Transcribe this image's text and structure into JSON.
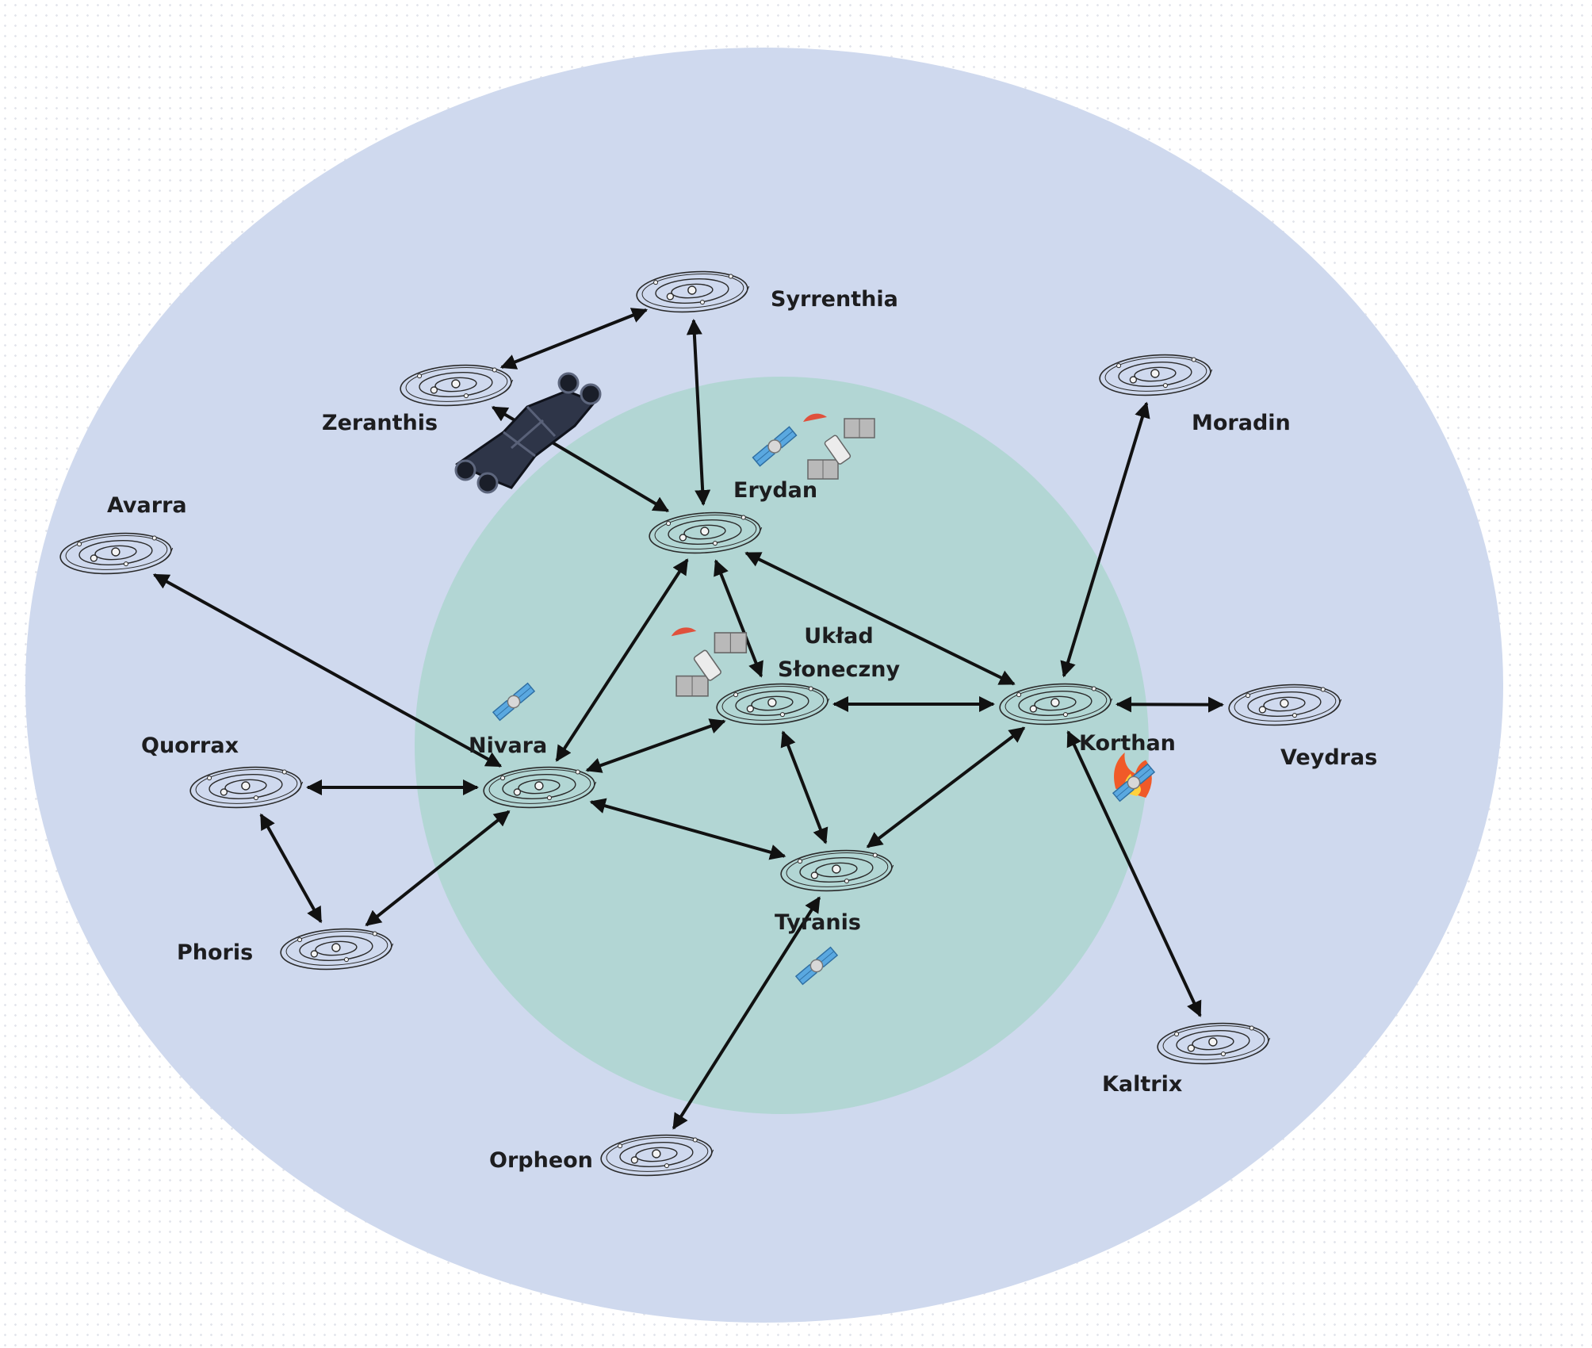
{
  "colors": {
    "outer_zone": "#cfd9ee",
    "inner_zone": "#b2d6d4",
    "link": "#111111",
    "system_stroke": "#2a2a2a"
  },
  "systems": {
    "syrrenthia": {
      "name": "Syrrenthia"
    },
    "zeranthis": {
      "name": "Zeranthis"
    },
    "moradin": {
      "name": "Moradin"
    },
    "avarra": {
      "name": "Avarra"
    },
    "erydan": {
      "name": "Erydan"
    },
    "uklad": {
      "name": "Układ Słoneczny"
    },
    "korthan": {
      "name": "Korthan"
    },
    "veydras": {
      "name": "Veydras"
    },
    "quorrax": {
      "name": "Quorrax"
    },
    "nivara": {
      "name": "Nivara"
    },
    "phoris": {
      "name": "Phoris"
    },
    "tyranis": {
      "name": "Tyranis"
    },
    "kaltrix": {
      "name": "Kaltrix"
    },
    "orpheon": {
      "name": "Orpheon"
    }
  },
  "connections": [
    [
      "zeranthis",
      "syrrenthia"
    ],
    [
      "syrrenthia",
      "erydan"
    ],
    [
      "zeranthis",
      "erydan"
    ],
    [
      "erydan",
      "uklad"
    ],
    [
      "erydan",
      "korthan"
    ],
    [
      "erydan",
      "nivara"
    ],
    [
      "avarra",
      "nivara"
    ],
    [
      "quorrax",
      "nivara"
    ],
    [
      "quorrax",
      "phoris"
    ],
    [
      "phoris",
      "nivara"
    ],
    [
      "nivara",
      "uklad"
    ],
    [
      "nivara",
      "tyranis"
    ],
    [
      "uklad",
      "korthan"
    ],
    [
      "uklad",
      "tyranis"
    ],
    [
      "korthan",
      "moradin"
    ],
    [
      "korthan",
      "veydras"
    ],
    [
      "korthan",
      "tyranis"
    ],
    [
      "korthan",
      "kaltrix"
    ],
    [
      "tyranis",
      "orpheon"
    ]
  ],
  "markers": [
    {
      "icon": "satellite-icon",
      "near": "erydan"
    },
    {
      "icon": "space-station-icon",
      "near": "erydan"
    },
    {
      "icon": "space-station-icon",
      "near": "uklad"
    },
    {
      "icon": "satellite-icon",
      "near": "nivara"
    },
    {
      "icon": "satellite-icon",
      "near": "tyranis"
    },
    {
      "icon": "burning-satellite-icon",
      "near": "korthan"
    },
    {
      "icon": "spaceship-icon",
      "near": "zeranthis"
    }
  ]
}
